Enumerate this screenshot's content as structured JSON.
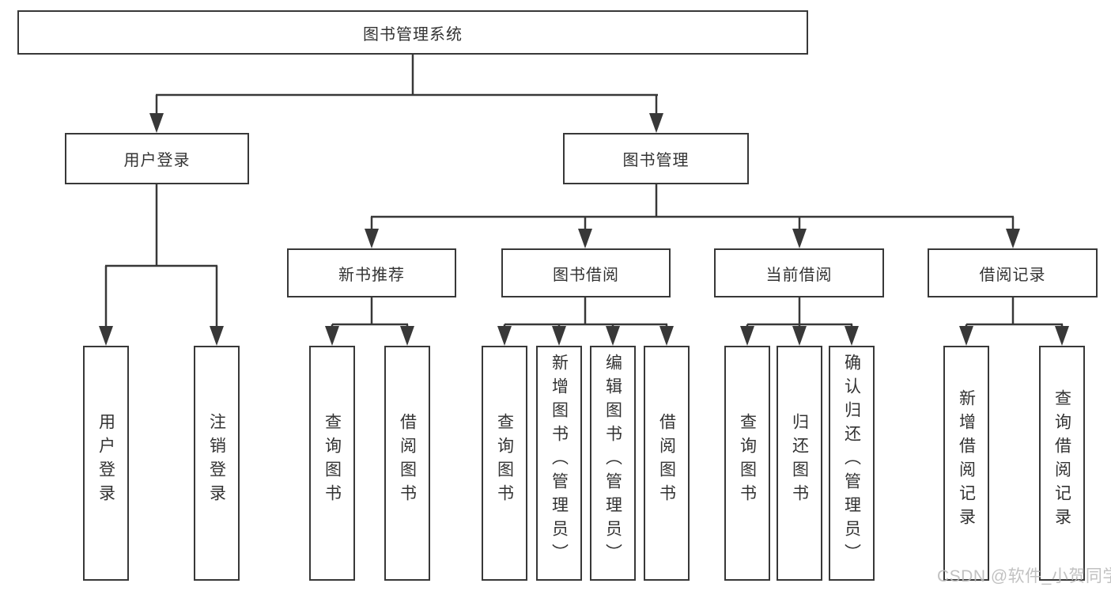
{
  "diagram": {
    "root": {
      "label": "图书管理系统",
      "children": [
        {
          "label": "用户登录",
          "children": [
            {
              "label": "用户登录"
            },
            {
              "label": "注销登录"
            }
          ]
        },
        {
          "label": "图书管理",
          "children": [
            {
              "label": "新书推荐",
              "children": [
                {
                  "label": "查询图书"
                },
                {
                  "label": "借阅图书"
                }
              ]
            },
            {
              "label": "图书借阅",
              "children": [
                {
                  "label": "查询图书"
                },
                {
                  "label": "新增图书（管理员）"
                },
                {
                  "label": "编辑图书（管理员）"
                },
                {
                  "label": "借阅图书"
                }
              ]
            },
            {
              "label": "当前借阅",
              "children": [
                {
                  "label": "查询图书"
                },
                {
                  "label": "归还图书"
                },
                {
                  "label": "确认归还（管理员）"
                }
              ]
            },
            {
              "label": "借阅记录",
              "children": [
                {
                  "label": "新增借阅记录"
                },
                {
                  "label": "查询借阅记录"
                }
              ]
            }
          ]
        }
      ]
    }
  },
  "watermark": {
    "text": "CSDN @软件_小贺同学"
  },
  "colors": {
    "line": "#383838",
    "text": "#333333",
    "watermark": "#bababa",
    "background": "#ffffff"
  }
}
